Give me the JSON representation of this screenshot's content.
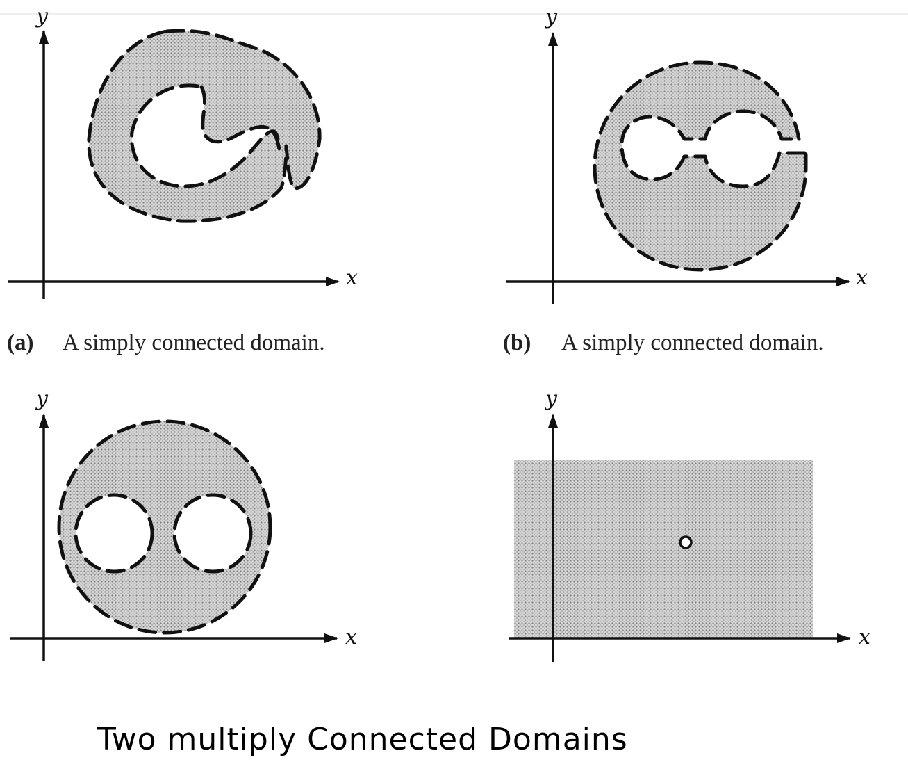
{
  "panels": {
    "a": {
      "x_label": "x",
      "y_label": "y",
      "caption_tag": "(a)",
      "caption_text": "A simply connected domain."
    },
    "b": {
      "x_label": "x",
      "y_label": "y",
      "caption_tag": "(b)",
      "caption_text": "A simply connected domain."
    },
    "c": {
      "x_label": "x",
      "y_label": "y"
    },
    "d": {
      "x_label": "x",
      "y_label": "y"
    }
  },
  "handwritten_note": "Two multiply Connected Domains",
  "colors": {
    "ink": "#111111",
    "shading": "#bdbdbd",
    "background": "#ffffff"
  }
}
